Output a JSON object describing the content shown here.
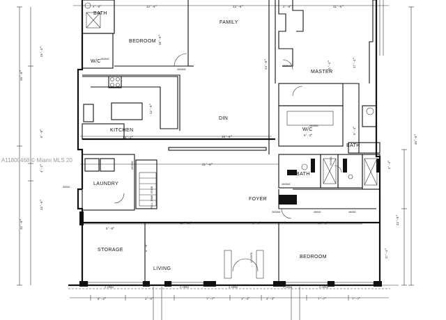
{
  "rooms": {
    "bath_top": "BATH",
    "bedroom_top": "BEDROOM",
    "family": "FAMILY",
    "master": "MASTER",
    "wic_left": "W/C",
    "kitchen": "KITCHEN",
    "din": "DIN",
    "wic_right": "W/C",
    "bath_right": "BATH",
    "bath_small": "BATH",
    "laundry": "LAUNDRY",
    "foyer": "FOYER",
    "storage": "STORAGE",
    "living": "LIVING",
    "bedroom_bottom": "BEDROOM"
  },
  "dimensions": {
    "top_a": "4'-6\"",
    "top_b": "13'-0\"",
    "top_c": "13'-8\"",
    "top_d": "2'-8\"",
    "top_e": "11'-6\"",
    "left_a": "15'-4\"",
    "left_b": "26'-8\"",
    "left_c": "6'-8\"",
    "left_d": "4'-1\"",
    "left_e": "13'-0\"",
    "left_f": "22'-8\"",
    "right_a": "17'-4\"",
    "right_b": "46'-8\"",
    "right_c": "22'-8\"",
    "right_d": "17'-4\"",
    "right_e": "5'-4\"",
    "right_f": "2'-4\"",
    "mid_a": "14'-2\"",
    "mid_b": "16'-8\"",
    "mid_c": "21'-6\"",
    "mid_d": "13'-10\"",
    "mid_e": "8'-0\"",
    "mid_f": "14'-2\"",
    "mid_g": "5'-8\"",
    "mid_h": "6'-3\"",
    "mid_i": "24'-8\"",
    "mid_j": "11'-4\"",
    "mid_k": "12'-8\"",
    "mid_l": "5'-0\"",
    "mid_m": "10'-0\"",
    "bot_a": "8'-2\"",
    "bot_b": "2'-5\"",
    "bot_c": "7'-7\"",
    "bot_d": "3'-4\"",
    "bot_e": "3'-4\"",
    "bot_f": "7'-7\"",
    "bot_g": "7'-7\""
  },
  "tags": {
    "door_a": "2668HC",
    "door_b": "2668HC",
    "door_c": "2668HC",
    "door_d": "2668HC",
    "door_e": "2668HC",
    "door_f": "2668HC",
    "door_g": "2668HC",
    "door_h": "3068C",
    "door_i": "2668HC",
    "door_j": "4068C",
    "door_k": "4068C",
    "door_l": "12068FD",
    "win_a": "2-HR04",
    "win_b": "2-HR04",
    "win_c": "2-HR04",
    "win_d": "2-HR04",
    "win_e": "2-HR04",
    "note_a": "PULL DOWN STAIR"
  },
  "watermark": "A11800468 © Miami MLS 20"
}
